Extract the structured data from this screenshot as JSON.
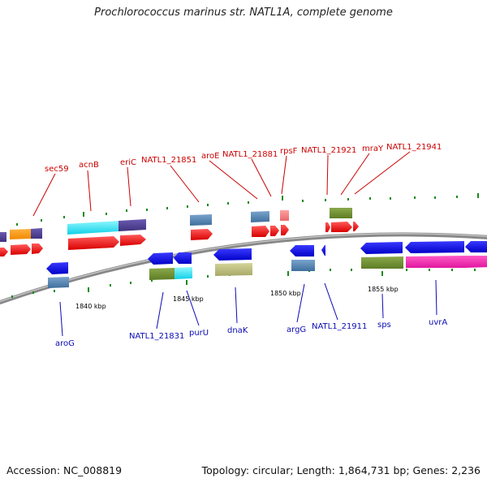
{
  "title": "Prochlorococcus marinus str. NATL1A, complete genome",
  "footer": {
    "accession": "Accession: NC_008819",
    "summary": "Topology: circular; Length: 1,864,731 bp; Genes: 2,236"
  },
  "ruler": [
    "1840 kbp",
    "1845 kbp",
    "1850 kbp",
    "1855 kbp"
  ],
  "top_genes": [
    "sec59",
    "acnB",
    "eriC",
    "NATL1_21851",
    "aroE",
    "NATL1_21881",
    "rpsF",
    "NATL1_21921",
    "mraY",
    "NATL1_21941"
  ],
  "bottom_genes": [
    "aroG",
    "NATL1_21831",
    "purU",
    "dnaK",
    "argG",
    "NATL1_21911",
    "sps",
    "uvrA"
  ],
  "colors": {
    "forward_cds": "#ee0000",
    "reverse_cds": "#0000ee",
    "label_top": "#cc0000",
    "label_bottom": "#0a0ab4",
    "backbone": "#888888",
    "tick": "#1a8a1a"
  }
}
